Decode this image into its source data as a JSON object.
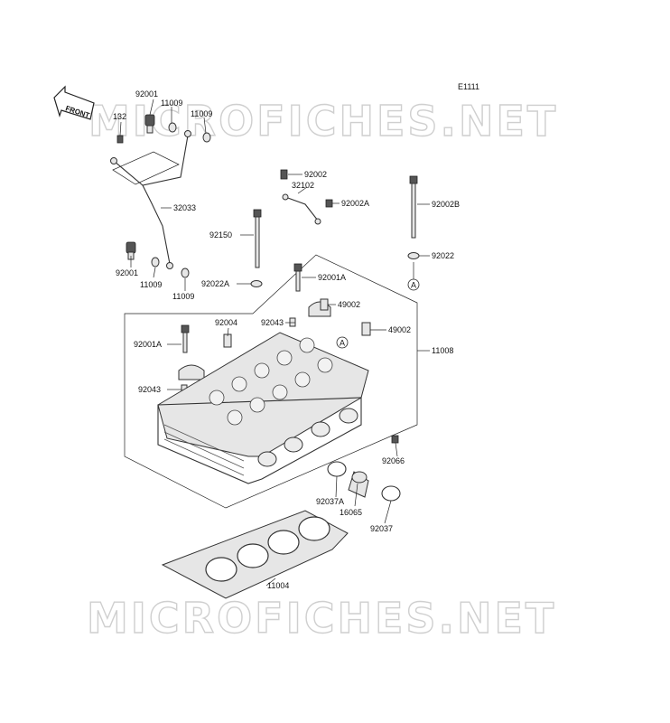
{
  "diagram": {
    "code": "E1111",
    "front_badge": "FRONT",
    "watermark": "MICROFICHES.NET",
    "callout_ref": "A",
    "part_labels": [
      {
        "id": "p92001a_top",
        "text": "92001"
      },
      {
        "id": "p11009_a",
        "text": "11009"
      },
      {
        "id": "p132",
        "text": "132"
      },
      {
        "id": "p11009_b",
        "text": "11009"
      },
      {
        "id": "p32033",
        "text": "32033"
      },
      {
        "id": "p92001_b",
        "text": "92001"
      },
      {
        "id": "p11009_c",
        "text": "11009"
      },
      {
        "id": "p11009_d",
        "text": "11009"
      },
      {
        "id": "p92002",
        "text": "92002"
      },
      {
        "id": "p32102",
        "text": "32102"
      },
      {
        "id": "p92002A",
        "text": "92002A"
      },
      {
        "id": "p92002B",
        "text": "92002B"
      },
      {
        "id": "p92150",
        "text": "92150"
      },
      {
        "id": "p92022",
        "text": "92022"
      },
      {
        "id": "p92022A",
        "text": "92022A"
      },
      {
        "id": "p92001A_a",
        "text": "92001A"
      },
      {
        "id": "p49002_a",
        "text": "49002"
      },
      {
        "id": "p92004",
        "text": "92004"
      },
      {
        "id": "p92043_a",
        "text": "92043"
      },
      {
        "id": "p49002_b",
        "text": "49002"
      },
      {
        "id": "p92001A_b",
        "text": "92001A"
      },
      {
        "id": "p11008",
        "text": "11008"
      },
      {
        "id": "p92043_b",
        "text": "92043"
      },
      {
        "id": "p92066",
        "text": "92066"
      },
      {
        "id": "p92037A",
        "text": "92037A"
      },
      {
        "id": "p16065",
        "text": "16065"
      },
      {
        "id": "p92037",
        "text": "92037"
      },
      {
        "id": "p11004",
        "text": "11004"
      }
    ]
  }
}
